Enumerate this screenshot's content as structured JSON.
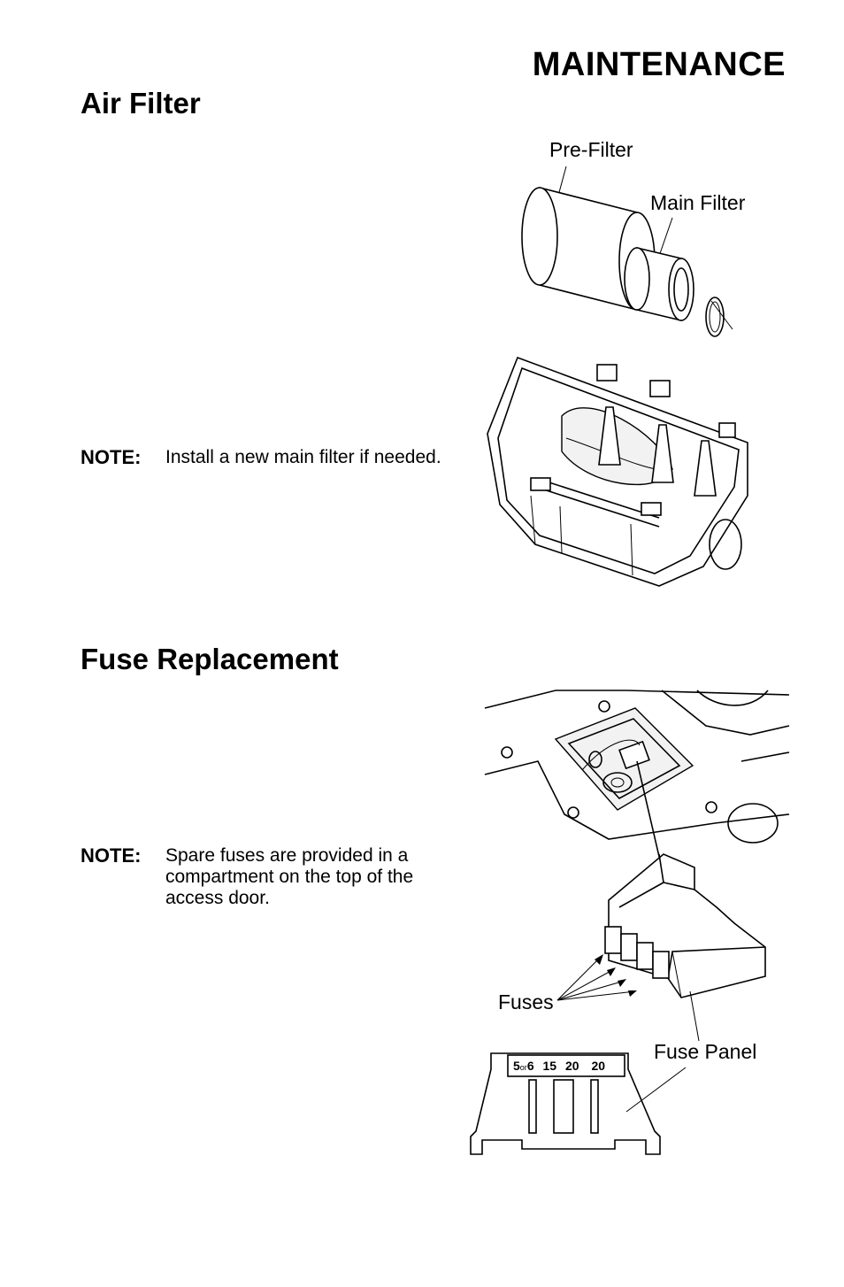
{
  "header": {
    "title": "MAINTENANCE"
  },
  "air_filter": {
    "title": "Air Filter",
    "note_label": "NOTE:",
    "note_text": "Install a new main filter if needed.",
    "callouts": {
      "pre_filter": "Pre-Filter",
      "main_filter": "Main Filter"
    }
  },
  "fuse": {
    "title": "Fuse Replacement",
    "note_label": "NOTE:",
    "note_text": "Spare fuses are provided in a compartment on the top of the access door.",
    "callouts": {
      "fuses": "Fuses",
      "fuse_panel": "Fuse Panel"
    },
    "panel_labels": {
      "first_a": "5",
      "first_or": "or",
      "first_b": "6",
      "second": "15",
      "third": "20",
      "fourth": "20"
    }
  }
}
